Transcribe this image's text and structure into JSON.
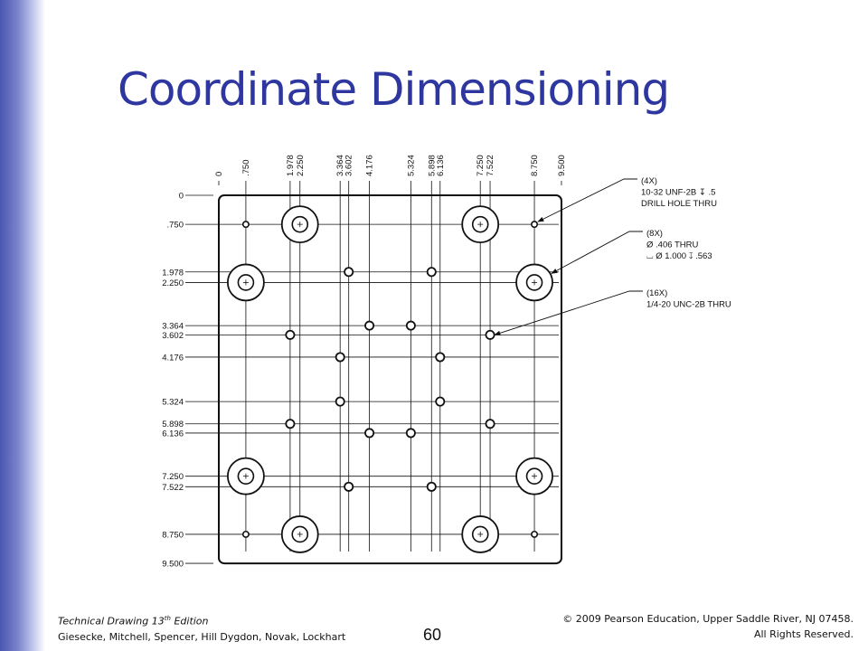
{
  "slide": {
    "title": "Coordinate Dimensioning",
    "page_number": "60",
    "footer_left": {
      "book_prefix": "Technical Drawing  13",
      "book_sup": "th",
      "book_suffix": " Edition",
      "authors": "Giesecke, Mitchell, Spencer, Hill Dygdon, Novak, Lockhart"
    },
    "footer_right": {
      "line1": "© 2009 Pearson Education, Upper Saddle River, NJ 07458.",
      "line2": "All Rights Reserved."
    },
    "colors": {
      "title": "#2e36a0",
      "sidebar": "#4a55b0"
    }
  },
  "drawing": {
    "x_dims": [
      "0",
      ".750",
      "1.978",
      "2.250",
      "3.364",
      "3.602",
      "4.176",
      "5.324",
      "5.898",
      "6.136",
      "7.250",
      "7.522",
      "8.750",
      "9.500"
    ],
    "y_dims": [
      "0",
      ".750",
      "1.978",
      "2.250",
      "3.364",
      "3.602",
      "4.176",
      "5.324",
      "5.898",
      "6.136",
      "7.250",
      "7.522",
      "8.750",
      "9.500"
    ],
    "callouts": [
      {
        "lines": [
          "(4X)",
          "10-32 UNF-2B ↧ .5",
          "DRILL HOLE THRU"
        ],
        "hole_kind": "small"
      },
      {
        "lines": [
          "(8X)",
          "Ø .406 THRU",
          "⌴  Ø 1.000 ↧ .563"
        ],
        "hole_kind": "counterbore"
      },
      {
        "lines": [
          "(16X)",
          "1/4-20 UNC-2B THRU"
        ],
        "hole_kind": "medium"
      }
    ]
  }
}
